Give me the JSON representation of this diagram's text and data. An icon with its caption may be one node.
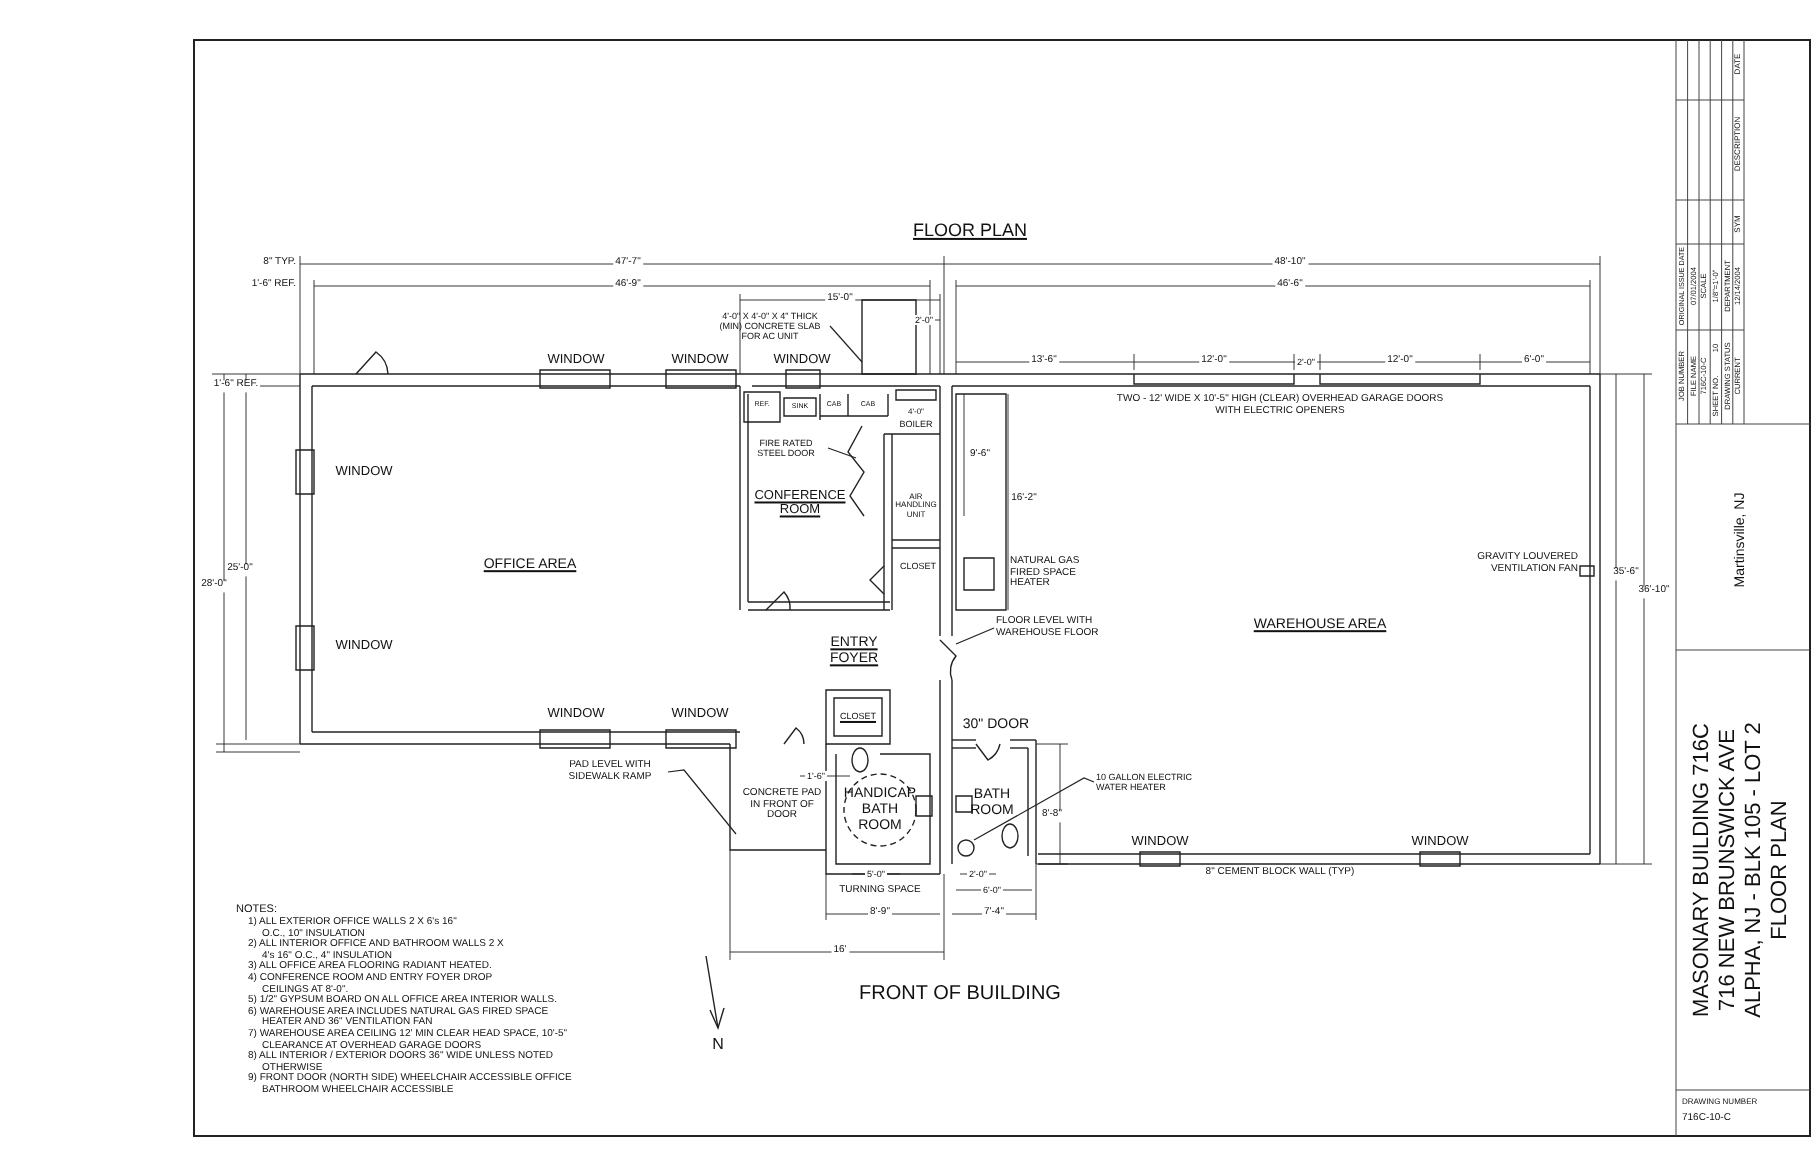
{
  "diagram": {
    "title": "FLOOR PLAN",
    "nodes": [
      {
        "text": [
          "4'-0\" X 4'-0\" X 4\" THICK (MIN) CONCRETE SLAB FOR AC UNIT"
        ]
      },
      {
        "text": [
          "FIRE RATED STEEL DOOR"
        ]
      },
      {
        "text": [
          "FLOOR LEVEL WITH WAREHOUSE FLOOR"
        ]
      },
      {
        "text": [
          "PAD LEVEL WITH SIDEWALK RAMP"
        ]
      },
      {
        "text": [
          "10 GALLON ELECTRIC WATER HEATER"
        ]
      }
    ],
    "edges": [
      {
        "from": 0,
        "to": null,
        "arrow": "none"
      },
      {
        "from": 1,
        "to": null,
        "arrow": "none"
      },
      {
        "from": 2,
        "to": null,
        "arrow": "none"
      },
      {
        "from": 3,
        "to": null,
        "arrow": "none"
      },
      {
        "from": 4,
        "to": null,
        "arrow": "none"
      }
    ],
    "labels": [
      "8\" TYP.",
      "1'-6\" REF.",
      "47'-7\"",
      "46'-9\"",
      "48'-10\"",
      "46'-6\"",
      "15'-0\"",
      "2'-0\"",
      "13'-6\"",
      "12'-0\"",
      "2'-0\"",
      "12'-0\"",
      "6'-0\"",
      "WINDOW",
      "WINDOW",
      "WINDOW",
      "1'-6\" REF.",
      "REF.",
      "SINK",
      "CAB",
      "CAB",
      "4'-0\"",
      "BOILER",
      "TWO - 12' WIDE X 10'-5\" HIGH (CLEAR) OVERHEAD GARAGE DOORS WITH ELECTRIC OPENERS",
      "9'-6\"",
      "WINDOW",
      "CONFERENCE ROOM",
      "AIR HANDLING UNIT",
      "16'-2\"",
      "CLOSET",
      "GRAVITY LOUVERED VENTILATION FAN",
      "OFFICE AREA",
      "NATURAL GAS FIRED SPACE HEATER",
      "25'-0\"",
      "28'-0\"",
      "35'-6\"",
      "36'-10\"",
      "WAREHOUSE AREA",
      "WINDOW",
      "ENTRY FOYER",
      "WINDOW",
      "WINDOW",
      "CLOSET",
      "30\" DOOR",
      "1'-6\"",
      "CONCRETE PAD IN FRONT OF DOOR",
      "HANDICAP BATH ROOM",
      "BATH ROOM",
      "8'-8\"",
      "WINDOW",
      "WINDOW",
      "8\" CEMENT BLOCK WALL (TYP)",
      "5'-0\"",
      "TURNING SPACE",
      "2'-0\"",
      "6'-0\"",
      "8'-9\"",
      "7'-4\"",
      "16'",
      "NOTES:",
      "1) ALL EXTERIOR OFFICE WALLS 2 X 6's 16\" O.C., 10\" INSULATION",
      "2) ALL INTERIOR OFFICE AND BATHROOM WALLS 2 X 4's 16\" O.C., 4\" INSULATION",
      "3) ALL OFFICE AREA FLOORING RADIANT HEATED.",
      "4) CONFERENCE ROOM AND ENTRY FOYER DROP CEILINGS AT 8'-0\".",
      "5) 1/2\" GYPSUM BOARD ON ALL OFFICE AREA INTERIOR WALLS.",
      "6) WAREHOUSE AREA INCLUDES NATURAL GAS FIRED SPACE HEATER AND 36\" VENTILATION FAN",
      "7) WAREHOUSE AREA CEILING 12' MIN CLEAR HEAD SPACE, 10'-5\" CLEARANCE AT OVERHEAD GARAGE DOORS",
      "8) ALL INTERIOR / EXTERIOR DOORS 36\" WIDE UNLESS NOTED OTHERWISE",
      "9) FRONT DOOR (NORTH SIDE) WHEELCHAIR ACCESSIBLE OFFICE BATHROOM WHEELCHAIR ACCESSIBLE",
      "FRONT OF BUILDING",
      "N",
      "SYM",
      "DESCRIPTION",
      "DATE",
      "ORIGINAL ISSUE DATE",
      "07/01/2004",
      "SCALE",
      "1/8\"=1'-0\"",
      "DEPARTMENT",
      "12/14/2004",
      "JOB NUMBER",
      "FILE NAME",
      "716C-10-C",
      "SHEET NO.",
      "10",
      "DRAWING STATUS",
      "CURRENT",
      "Martinsville, NJ",
      "MASONARY BUILDING 716C",
      "716 NEW BRUNSWICK AVE",
      "ALPHA, NJ - BLK 105 - LOT 2",
      "FLOOR PLAN",
      "DRAWING NUMBER",
      "716C-10-C"
    ]
  }
}
